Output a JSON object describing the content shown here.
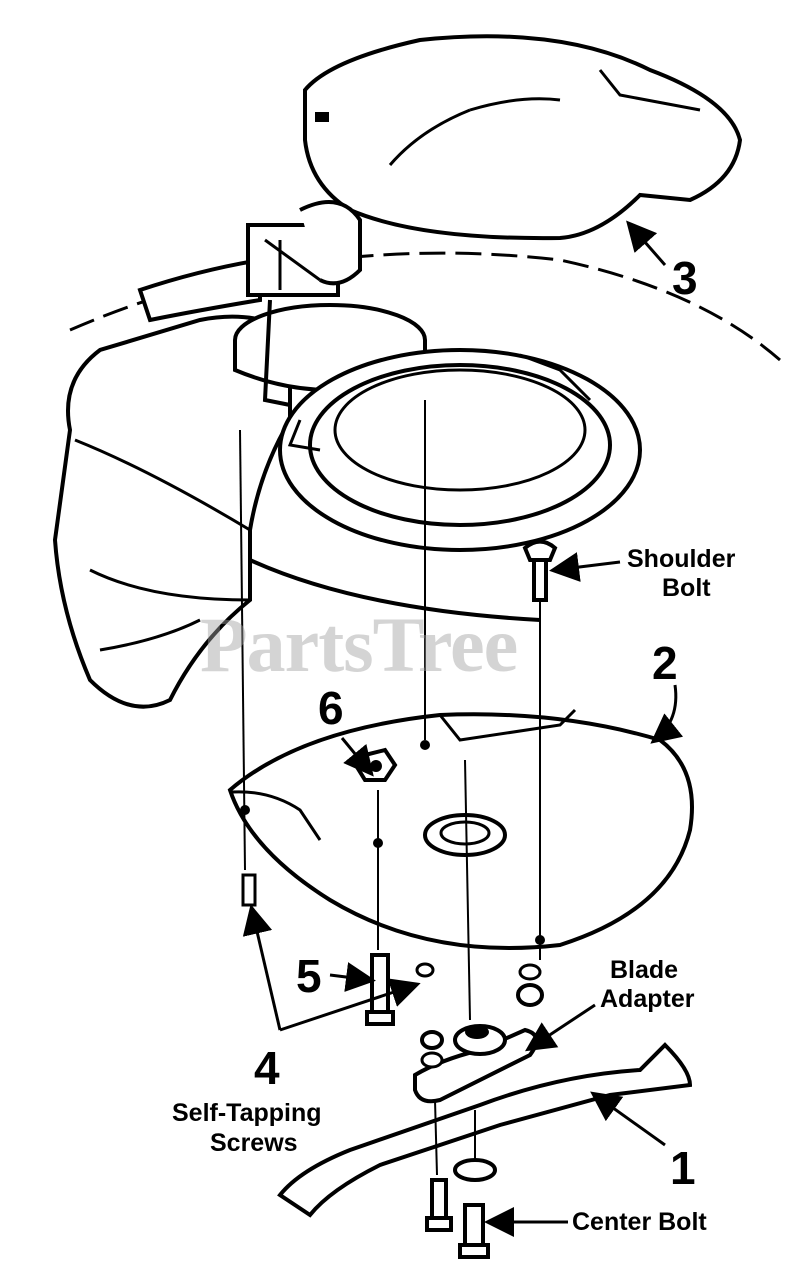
{
  "watermark": "PartsTree",
  "callouts": {
    "n1": "1",
    "n2": "2",
    "n3": "3",
    "n4": "4",
    "n5": "5",
    "n6": "6"
  },
  "labels": {
    "shoulder_bolt_line1": "Shoulder",
    "shoulder_bolt_line2": "Bolt",
    "blade_adapter_line1": "Blade",
    "blade_adapter_line2": "Adapter",
    "self_tapping_line1": "Self-Tapping",
    "self_tapping_line2": "Screws",
    "center_bolt": "Center Bolt"
  }
}
